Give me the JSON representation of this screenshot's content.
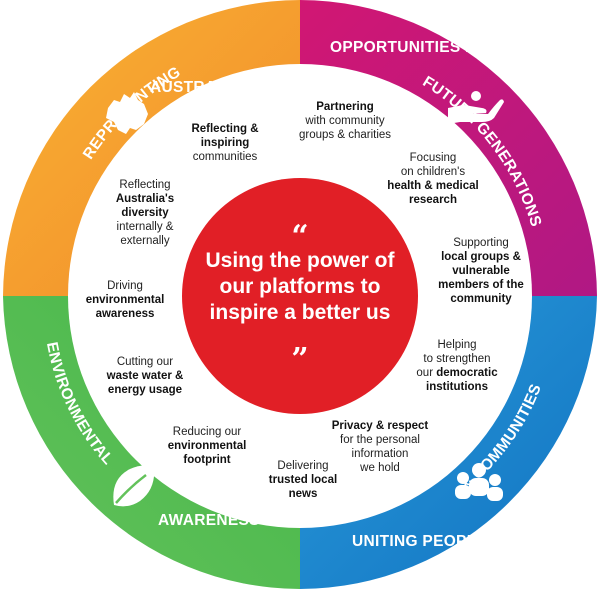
{
  "colors": {
    "orange": "#f6a233",
    "magenta": "#c2177a",
    "blue": "#1b8bd3",
    "green": "#3fb24a",
    "center": "#e11f26"
  },
  "ring": {
    "representing": "REPRESENTING",
    "australia": "AUSTRALIA",
    "opportunities": "OPPORTUNITIES FOR",
    "future": "FUTURE GENERATIONS",
    "uniting": "UNITING PEOPLE",
    "communities": "& COMMUNITIES",
    "environmental": "ENVIRONMENTAL",
    "awareness": "AWARENESS"
  },
  "icons": [
    "australia-map-icon",
    "giving-hand-icon",
    "people-group-icon",
    "leaf-icon"
  ],
  "center": {
    "open_quote": "“",
    "close_quote": "”",
    "text": "Using the power of our platforms to inspire a better us"
  },
  "items": {
    "partnering": [
      "Partnering",
      "with community",
      "groups & charities"
    ],
    "reflecting_inspiring": [
      "Reflecting &",
      "inspiring",
      "communities"
    ],
    "childrens_health": [
      "Focusing",
      "on children's",
      "health & medical",
      "research"
    ],
    "diversity": [
      "Reflecting",
      "Australia's",
      "diversity",
      "internally &",
      "externally"
    ],
    "supporting": [
      "Supporting",
      "local groups &",
      "vulnerable",
      "members of the",
      "community"
    ],
    "driving": [
      "Driving",
      "environmental",
      "awareness"
    ],
    "democratic": [
      "Helping",
      "to strengthen",
      "our democratic",
      "institutions"
    ],
    "cutting": [
      "Cutting our",
      "waste water &",
      "energy usage"
    ],
    "privacy": [
      "Privacy & respect",
      "for the personal",
      "information",
      "we hold"
    ],
    "reducing": [
      "Reducing our",
      "environmental",
      "footprint"
    ],
    "delivering": [
      "Delivering",
      "trusted local",
      "news"
    ]
  }
}
